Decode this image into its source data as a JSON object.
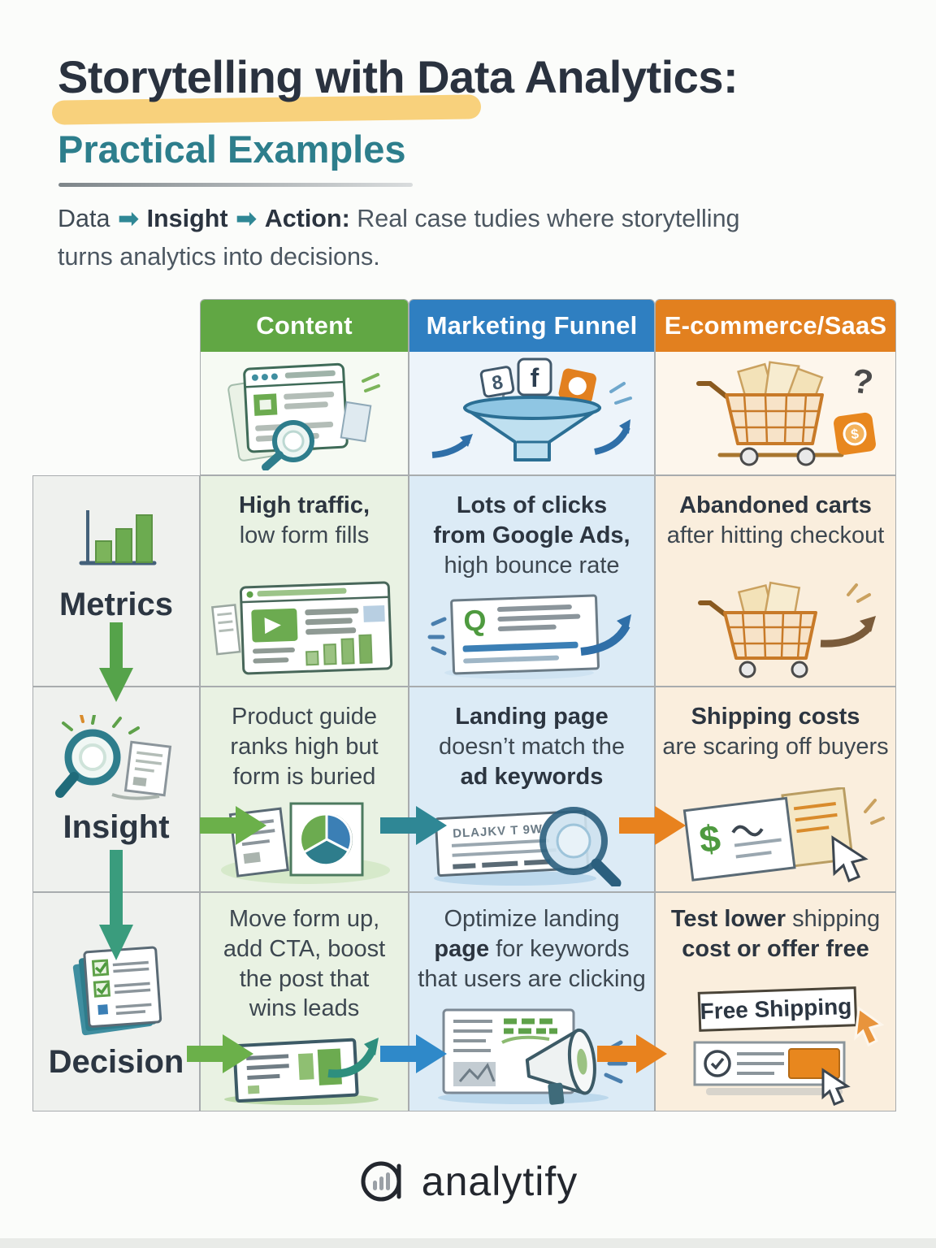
{
  "header": {
    "title": "Storytelling with Data Analytics:",
    "subtitle": "Practical Examples",
    "intro": {
      "word_data": "Data",
      "word_insight": "Insight",
      "word_action": "Action:",
      "line1_rest": "Real case tudies where storytelling",
      "line2": "turns analytics into decisions."
    }
  },
  "table": {
    "columns": [
      {
        "label": "Content",
        "color": "#61a744"
      },
      {
        "label": "Marketing Funnel",
        "color": "#2f7fc1"
      },
      {
        "label": "E-commerce/SaaS",
        "color": "#e2801f"
      }
    ],
    "rows": [
      {
        "label": "Metrics"
      },
      {
        "label": "Insight"
      },
      {
        "label": "Decision"
      }
    ],
    "cells": {
      "metrics": {
        "content": {
          "l1": "High traffic,",
          "l2": "low form fills"
        },
        "funnel": {
          "l1": "Lots of clicks",
          "l2": "from Google Ads,",
          "l3": "high bounce rate"
        },
        "ecom": {
          "l1": "Abandoned carts",
          "l2": "after hitting checkout"
        }
      },
      "insight": {
        "content": {
          "l1": "Product guide",
          "l2": "ranks high but",
          "l3": "form is buried"
        },
        "funnel": {
          "l1": "Landing page",
          "l2": "doesn’t match the",
          "l3": "ad keywords",
          "scribble": "DLAJKV T 9W"
        },
        "ecom": {
          "l1": "Shipping costs",
          "l2": "are scaring off buyers"
        }
      },
      "decision": {
        "content": {
          "l1": "Move form up,",
          "l2": "add CTA, boost",
          "l3": "the post that",
          "l4": "wins leads"
        },
        "funnel": {
          "l1": "Optimize landing",
          "l2a": "page",
          "l2b": " for keywords",
          "l3": "that users are clicking"
        },
        "ecom": {
          "l1a": "Test lower",
          "l1b": " shipping",
          "l2": "cost or offer free",
          "banner": "Free Shipping"
        }
      }
    }
  },
  "glyphs": {
    "arrow_right": "➡",
    "flag1": "8",
    "flag2": "f",
    "question": "?",
    "search_q": "Q",
    "dollar": "$"
  },
  "footer": {
    "brand": "analytify"
  },
  "colors": {
    "green": "#61a744",
    "blue": "#2f7fc1",
    "orange": "#e2801f",
    "teal": "#2f8795",
    "highlight": "#f8d17c"
  }
}
